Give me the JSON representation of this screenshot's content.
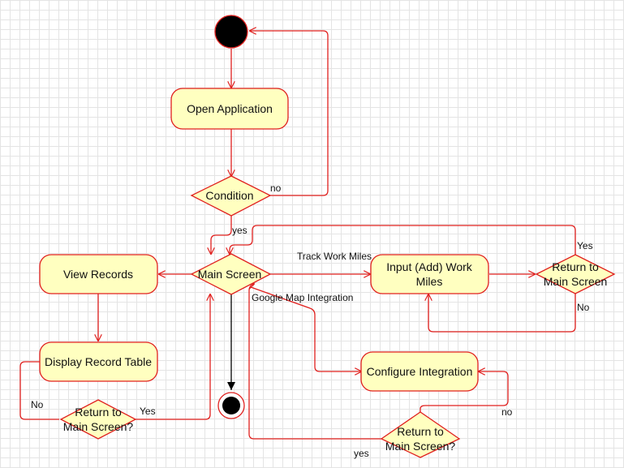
{
  "diagram": {
    "nodes": {
      "open_app": "Open Application",
      "condition": "Condition",
      "main_screen": "Main Screen",
      "view_records": "View Records",
      "display_table": "Display Record Table",
      "input_miles_line1": "Input (Add) Work",
      "input_miles_line2": "Miles",
      "configure_integration": "Configure Integration",
      "return_left_line1": "Return to",
      "return_left_line2": "Main Screen?",
      "return_right_line1": "Return to",
      "return_right_line2": "Main Screen",
      "return_bottom_line1": "Return to",
      "return_bottom_line2": "Main Screen?"
    },
    "edges": {
      "no_condition": "no",
      "yes_condition": "yes",
      "track_work_miles": "Track Work Miles",
      "google_map_integration": "Google Map Integration",
      "yes_right": "Yes",
      "no_right": "No",
      "no_left": "No",
      "yes_left": "Yes",
      "no_bottom": "no",
      "yes_bottom": "yes"
    },
    "colors": {
      "stroke": "#e0201e",
      "fill": "#ffffc0",
      "grid": "#e4e4e4"
    }
  }
}
